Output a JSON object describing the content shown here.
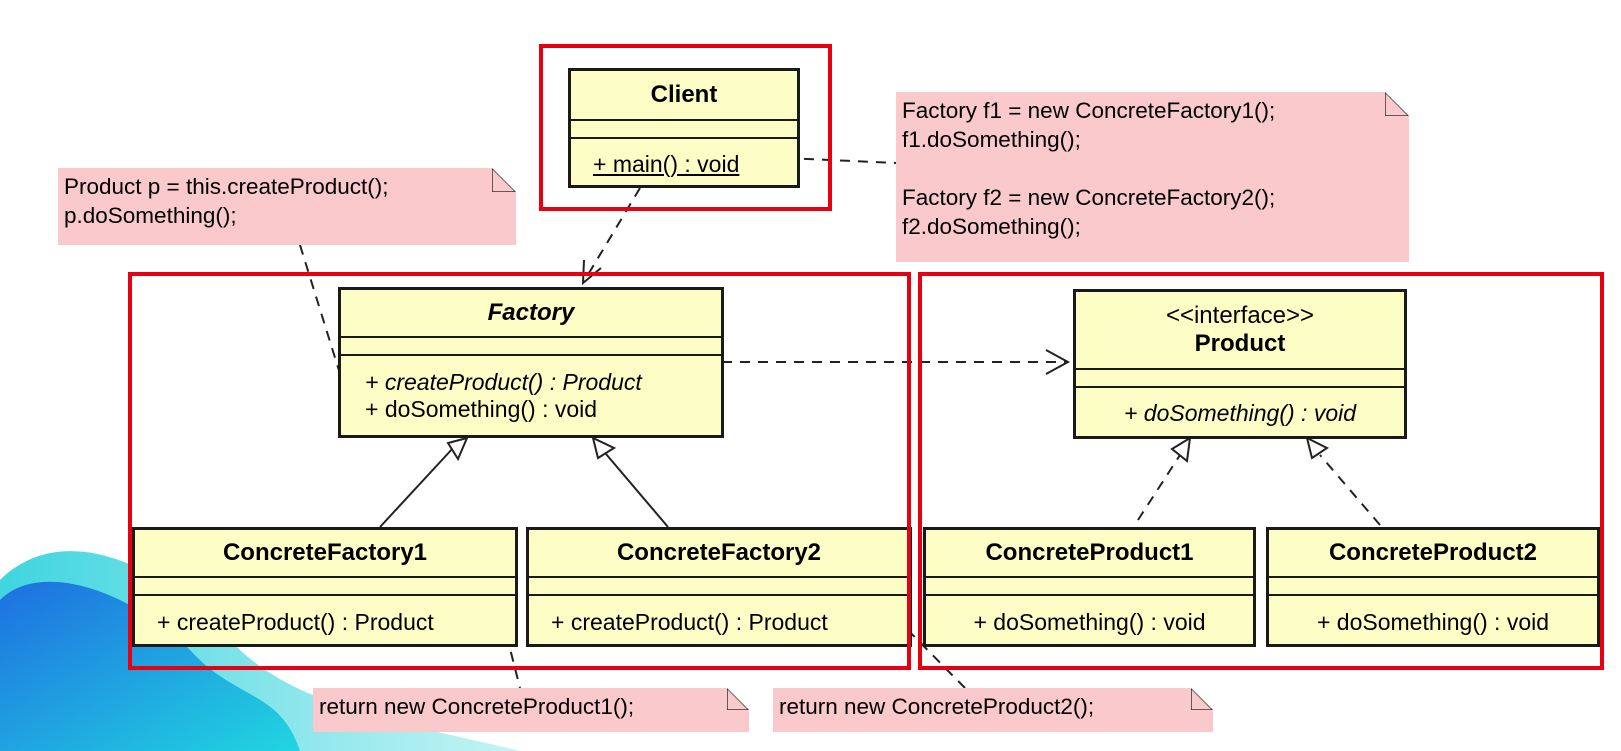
{
  "colors": {
    "class_fill": "#fdfdc6",
    "note_fill": "#f9c9cb",
    "highlight": "#e60012",
    "wave_dark": "#1e6fe0",
    "wave_light": "#21d6e0"
  },
  "classes": {
    "client": {
      "name": "Client",
      "ops": [
        "+ main() : void"
      ]
    },
    "factory": {
      "name": "Factory",
      "ops": [
        "+ createProduct() : Product",
        "+ doSomething() : void"
      ]
    },
    "product": {
      "stereotype": "<<interface>>",
      "name": "Product",
      "ops": [
        "+ doSomething() : void"
      ]
    },
    "concrete_factory1": {
      "name": "ConcreteFactory1",
      "ops": [
        "+ createProduct() : Product"
      ]
    },
    "concrete_factory2": {
      "name": "ConcreteFactory2",
      "ops": [
        "+ createProduct() : Product"
      ]
    },
    "concrete_product1": {
      "name": "ConcreteProduct1",
      "ops": [
        "+ doSomething() : void"
      ]
    },
    "concrete_product2": {
      "name": "ConcreteProduct2",
      "ops": [
        "+ doSomething() : void"
      ]
    }
  },
  "notes": {
    "client_note": [
      "Factory f1 = new ConcreteFactory1();",
      "f1.doSomething();",
      "",
      "Factory f2 = new ConcreteFactory2();",
      "f2.doSomething();"
    ],
    "factory_note": [
      "Product p = this.createProduct();",
      "p.doSomething();"
    ],
    "cf1_note": [
      "return new ConcreteProduct1();"
    ],
    "cf2_note": [
      "return new ConcreteProduct2();"
    ]
  }
}
